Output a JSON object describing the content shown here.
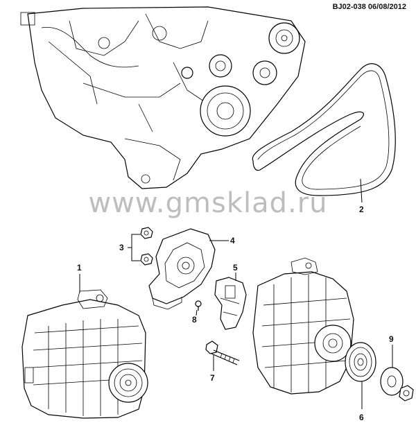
{
  "header": {
    "code": "BJ02-038 06/08/2012"
  },
  "watermark": "www.gmsklad.ru",
  "callouts": {
    "alternator": "1",
    "belt": "2",
    "nuts": "3",
    "rear_cover": "4",
    "regulator": "5",
    "pulley": "6",
    "bolt": "7",
    "screw": "8",
    "washer": "9"
  }
}
